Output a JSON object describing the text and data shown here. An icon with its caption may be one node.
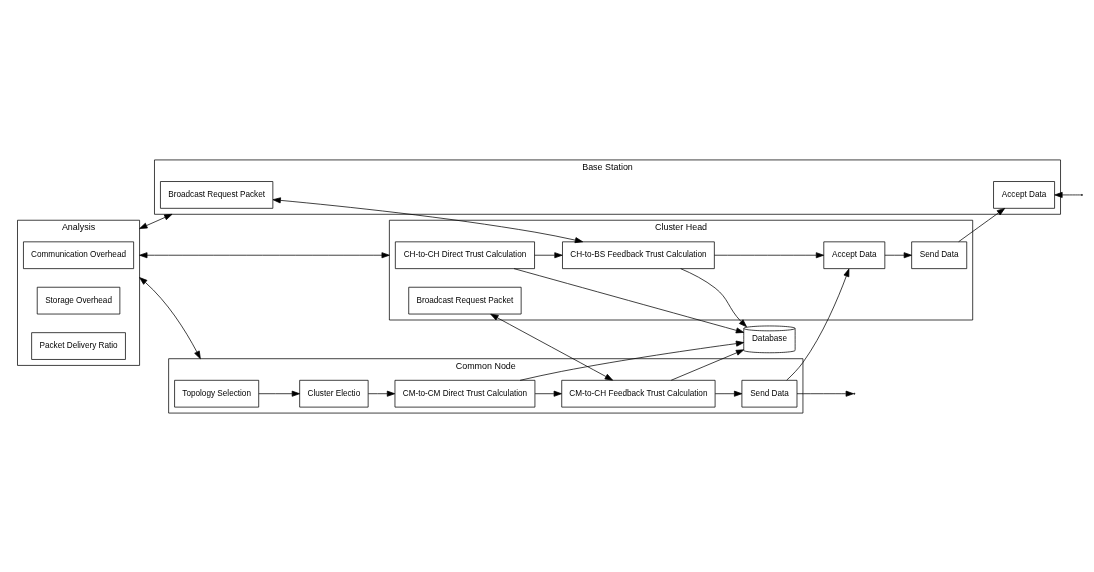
{
  "diagram": {
    "nodes": [
      {
        "text": [
          "Analysis"
        ]
      },
      {
        "text": [
          "Communication Overhead"
        ],
        "in": 0
      },
      {
        "text": [
          "Storage Overhead"
        ],
        "in": 0
      },
      {
        "text": [
          "Packet Delivery Ratio"
        ],
        "in": 0
      },
      {
        "text": [
          "Base Station"
        ]
      },
      {
        "text": [
          "Broadcast Request Packet"
        ],
        "in": 4
      },
      {
        "text": [
          "Accept Data"
        ],
        "in": 4
      },
      {
        "text": [
          "Cluster Head"
        ]
      },
      {
        "text": [
          "CH-to-CH Direct Trust Calculation"
        ],
        "in": 7
      },
      {
        "text": [
          "CH-to-BS Feedback Trust Calculation"
        ],
        "in": 7
      },
      {
        "text": [
          "Accept Data"
        ],
        "in": 7
      },
      {
        "text": [
          "Send Data"
        ],
        "in": 7
      },
      {
        "text": [
          "Broadcast Request Packet"
        ],
        "in": 7
      },
      {
        "text": [
          "Database"
        ]
      },
      {
        "text": [
          "Common Node"
        ]
      },
      {
        "text": [
          "Topology Selection"
        ],
        "in": 14
      },
      {
        "text": [
          "Cluster Electio"
        ],
        "in": 14
      },
      {
        "text": [
          "CM-to-CM Direct Trust Calculation"
        ],
        "in": 14
      },
      {
        "text": [
          "CM-to-CH Feedback Trust Calculation"
        ],
        "in": 14
      },
      {
        "text": [
          "Send Data"
        ],
        "in": 14
      }
    ],
    "edges": [
      {
        "from": 0,
        "to": 4,
        "arrow": "both"
      },
      {
        "from": 0,
        "to": 7,
        "arrow": "both"
      },
      {
        "from": 0,
        "to": 14,
        "arrow": "both"
      },
      {
        "from": 5,
        "to": 9,
        "arrow": "both"
      },
      {
        "from": 8,
        "to": 9,
        "arrow": "to"
      },
      {
        "from": 9,
        "to": 10,
        "arrow": "to"
      },
      {
        "from": 10,
        "to": 11,
        "arrow": "to"
      },
      {
        "from": 11,
        "to": 6,
        "arrow": "to"
      },
      {
        "from": null,
        "to": 6,
        "arrow": "to"
      },
      {
        "from": 8,
        "to": 13,
        "arrow": "to"
      },
      {
        "from": 9,
        "to": 13,
        "arrow": "to"
      },
      {
        "from": 17,
        "to": 13,
        "arrow": "to"
      },
      {
        "from": 18,
        "to": 13,
        "arrow": "to"
      },
      {
        "from": 12,
        "to": 18,
        "arrow": "both"
      },
      {
        "from": 19,
        "to": 10,
        "arrow": "to"
      },
      {
        "from": 15,
        "to": 16,
        "arrow": "to"
      },
      {
        "from": 16,
        "to": 17,
        "arrow": "to"
      },
      {
        "from": 17,
        "to": 18,
        "arrow": "to"
      },
      {
        "from": 18,
        "to": 19,
        "arrow": "to"
      },
      {
        "from": 19,
        "to": null,
        "arrow": "to"
      }
    ]
  }
}
